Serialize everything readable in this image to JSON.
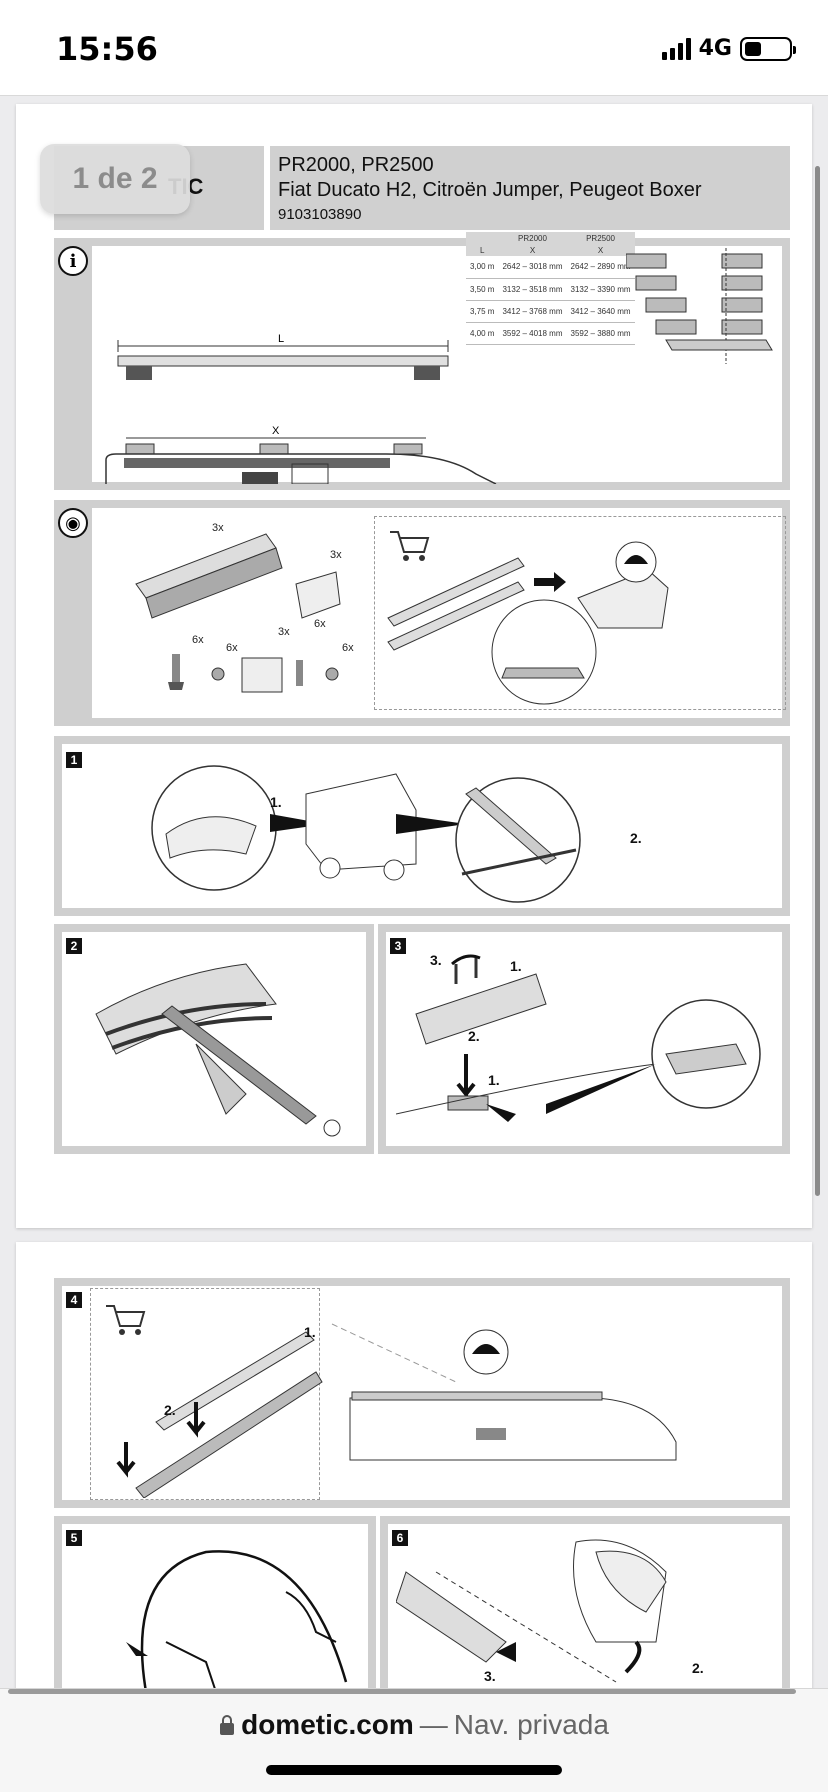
{
  "status": {
    "time": "15:56",
    "network": "4G",
    "battery_level": 0.38
  },
  "indicator": {
    "page": "1 de 2"
  },
  "header": {
    "code": "TIC",
    "models": "PR2000, PR2500",
    "vehicles": "Fiat Ducato H2, Citroën Jumper, Peugeot Boxer",
    "part_number": "9103103890"
  },
  "info": {
    "label_L": "L",
    "label_X": "X",
    "table": {
      "headers": [
        "",
        "PR2000",
        "PR2500"
      ],
      "subheaders": [
        "L",
        "X",
        "X"
      ],
      "rows": [
        [
          "3,00 m",
          "2642 – 3018 mm",
          "2642 – 2890 mm"
        ],
        [
          "3,50 m",
          "3132 – 3518 mm",
          "3132 – 3390 mm"
        ],
        [
          "3,75 m",
          "3412 – 3768 mm",
          "3412 – 3640 mm"
        ],
        [
          "4,00 m",
          "3592 – 4018 mm",
          "3592 – 3880 mm"
        ]
      ]
    }
  },
  "contents": {
    "quantities": [
      "3x",
      "3x",
      "6x",
      "6x",
      "3x",
      "6x",
      "6x"
    ]
  },
  "steps": {
    "s1": {
      "number": "1",
      "marks": [
        "1.",
        "2."
      ]
    },
    "s2": {
      "number": "2"
    },
    "s3": {
      "number": "3",
      "marks": [
        "3.",
        "1.",
        "2.",
        "1."
      ]
    },
    "s4": {
      "number": "4",
      "marks": [
        "1.",
        "2."
      ]
    },
    "s5": {
      "number": "5"
    },
    "s6": {
      "number": "6",
      "marks": [
        "3.",
        "2."
      ]
    }
  },
  "browser": {
    "host": "dometic.com",
    "separator": "—",
    "mode": "Nav. privada"
  }
}
